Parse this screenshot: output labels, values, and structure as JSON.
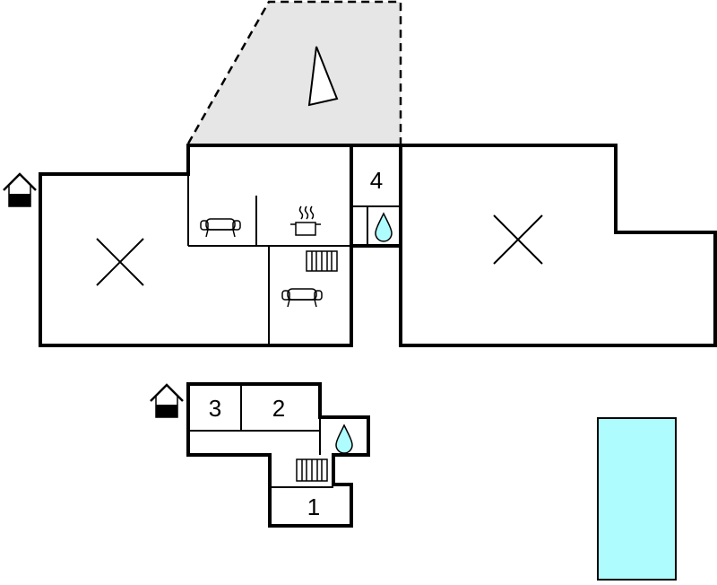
{
  "rooms": {
    "bedroom_1": {
      "label": "1"
    },
    "bedroom_2": {
      "label": "2"
    },
    "bedroom_3": {
      "label": "3"
    },
    "bedroom_4": {
      "label": "4"
    }
  },
  "colors": {
    "terrace": "#e6e6e6",
    "pool": "#aefcfe",
    "walls": "#000000",
    "water": "#aefcfe"
  },
  "icons": [
    "entrance-icon",
    "sofa-icon",
    "stove-icon",
    "radiator-icon",
    "water-drop-icon",
    "terrace-triangle-icon",
    "open-space-cross-icon"
  ]
}
